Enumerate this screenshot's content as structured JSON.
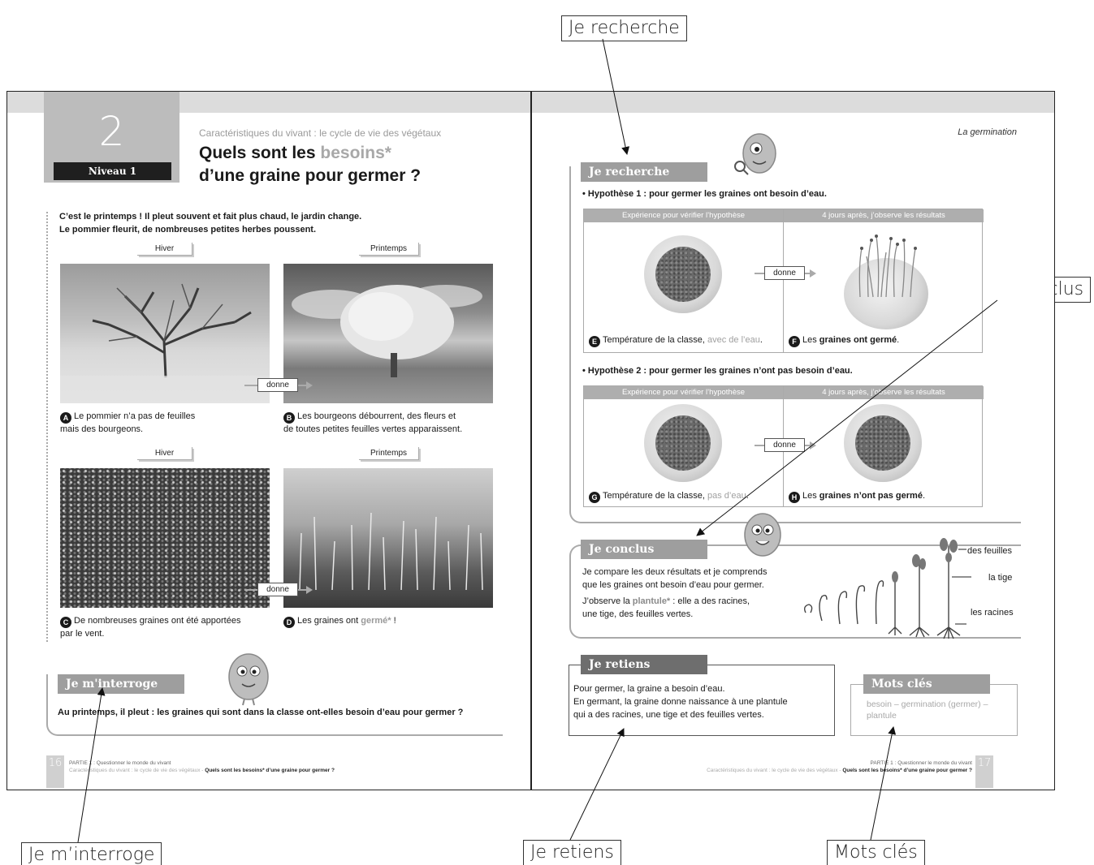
{
  "callouts": {
    "recherche": "Je recherche",
    "conclus": "Je conclus",
    "interroge": "Je m’interroge",
    "retiens": "Je retiens",
    "mots_cles": "Mots clés"
  },
  "left": {
    "chapter_number": "2",
    "niveau": "Niveau 1",
    "subtitle": "Caractéristiques du vivant : le cycle de vie des végétaux",
    "title_part1": "Quels sont les ",
    "title_highlight": "besoins*",
    "title_part2": "d’une graine pour germer ?",
    "intro_line1": "C’est le printemps ! Il pleut souvent et fait plus chaud, le jardin change.",
    "intro_line2": "Le pommier fleurit, de nombreuses petites herbes poussent.",
    "season_hiver": "Hiver",
    "season_printemps": "Printemps",
    "donne": "donne",
    "captions": {
      "a_badge": "A",
      "a_line1": "Le pommier n’a pas de feuilles",
      "a_line2": "mais des bourgeons.",
      "b_badge": "B",
      "b_line1": "Les bourgeons débourrent, des fleurs et",
      "b_line2": "de toutes petites feuilles vertes apparaissent.",
      "c_badge": "C",
      "c_line1": "De nombreuses graines ont été apportées",
      "c_line2": "par le vent.",
      "d_badge": "D",
      "d_text": "Les graines ont ",
      "d_highlight": "germé*",
      "d_end": " !"
    },
    "interroge_head": "Je m'interroge",
    "interroge_question": "Au printemps, il pleut : les graines qui sont dans la classe ont-elles besoin d’eau pour germer ?",
    "page_number": "16",
    "footer_line1": "PARTIE 1 : Questionner le monde du vivant",
    "footer_line2_light": "Caractéristiques du vivant : le cycle de vie des végétaux - ",
    "footer_line2_bold": "Quels sont les besoins* d’une graine pour germer ?"
  },
  "right": {
    "chapter_label": "La germination",
    "recherche_head": "Je recherche",
    "hypo1": "• Hypothèse 1 : pour germer les graines ont besoin d’eau.",
    "hypo2": "• Hypothèse 2 : pour germer les graines n’ont pas besoin d’eau.",
    "col_exp": "Expérience pour vérifier l’hypothèse",
    "col_obs": "4 jours après, j’observe les résultats",
    "donne": "donne",
    "e_badge": "E",
    "e_text": "Température de la classe, ",
    "e_highlight": "avec de l’eau",
    "e_end": ".",
    "f_badge": "F",
    "f_text": "Les ",
    "f_bold": "graines ont germé",
    "f_end": ".",
    "g_badge": "G",
    "g_text": "Température de la classe, ",
    "g_highlight": "pas d’eau",
    "g_end": ".",
    "h_badge": "H",
    "h_text": "Les ",
    "h_bold": "graines n’ont pas germé",
    "h_end": ".",
    "conclus_head": "Je conclus",
    "conclus_line1": "Je compare les deux résultats et je comprends",
    "conclus_line2": "que les graines ont besoin d’eau pour germer.",
    "conclus_line3a": "J’observe la ",
    "conclus_line3b": "plantule*",
    "conclus_line3c": " : elle a des racines,",
    "conclus_line4": "une tige, des feuilles vertes.",
    "label_feuilles": "des feuilles",
    "label_tige": "la tige",
    "label_racines": "les racines",
    "retiens_head": "Je retiens",
    "retiens_line1": "Pour germer, la graine a besoin d’eau.",
    "retiens_line2": "En germant, la graine donne naissance à une plantule",
    "retiens_line3": "qui a des racines, une tige et des feuilles vertes.",
    "mots_head": "Mots clés",
    "mots_line1": "besoin – germination (germer) –",
    "mots_line2": "plantule",
    "page_number": "17",
    "footer_line1": "PARTIE 1 : Questionner le monde du vivant",
    "footer_line2_light": "Caractéristiques du vivant : le cycle de vie des végétaux - ",
    "footer_line2_bold": "Quels sont les besoins* d’une graine pour germer ?"
  },
  "colors": {
    "band": "#dcdcdc",
    "section_head": "#9e9e9e",
    "highlight_grey": "#a8a8a8",
    "ink": "#1a1a1a"
  }
}
